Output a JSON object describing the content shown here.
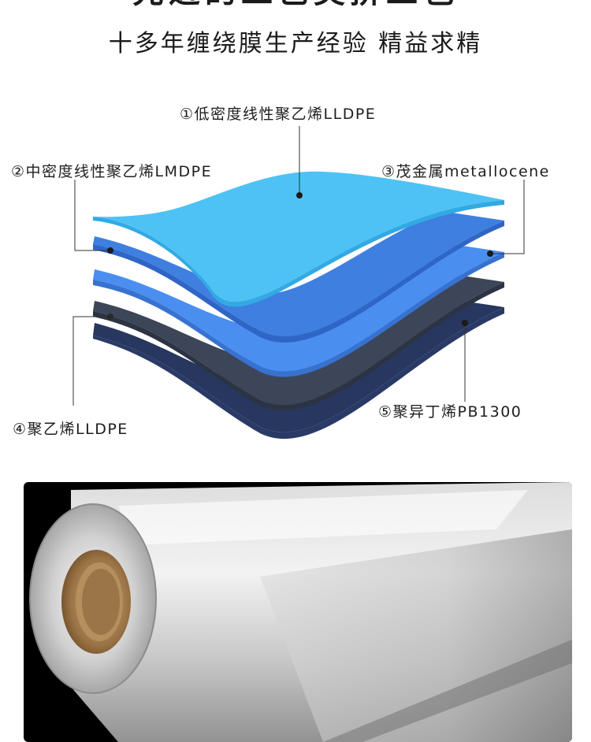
{
  "header": {
    "title_cut": "先进的工艺美拼工包",
    "subtitle": "十多年缠绕膜生产经验 精益求精"
  },
  "layers": {
    "l1": "①低密度线性聚乙烯LLDPE",
    "l2": "②中密度线性聚乙烯LMDPE",
    "l3": "③茂金属metallocene",
    "l4": "④聚乙烯LLDPE",
    "l5": "⑤聚异丁烯PB1300"
  },
  "colors": {
    "layer_top": "#4ec2f4",
    "layer_2": "#3f7fe0",
    "layer_3": "#4a8ff0",
    "layer_4": "#3c4658",
    "layer_5": "#2a3a66"
  }
}
